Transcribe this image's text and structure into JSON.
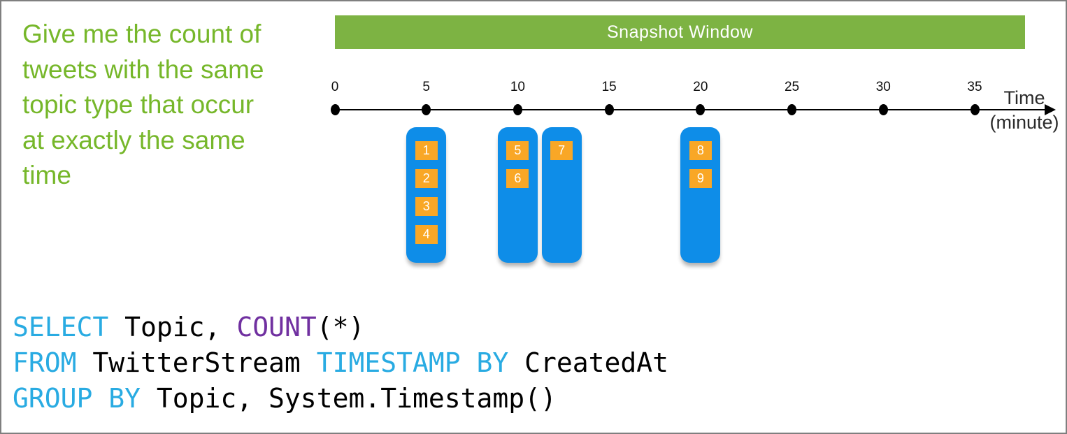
{
  "question": {
    "lines": [
      "Give me the count of",
      "tweets with the same",
      "topic type that occur",
      "at exactly the same",
      "time"
    ],
    "color": "#76B72A"
  },
  "banner": {
    "label": "Snapshot Window",
    "color": "#7DB343"
  },
  "timeline": {
    "ticks": [
      "0",
      "5",
      "10",
      "15",
      "20",
      "25",
      "30",
      "35"
    ],
    "min": 0,
    "max": 35,
    "axis_label_line1": "Time",
    "axis_label_line2": "(minute)"
  },
  "events": {
    "group_color": "#0E8DE8",
    "tweet_color": "#F9A726",
    "groups": [
      {
        "minute": 5,
        "tweets": [
          "1",
          "2",
          "3",
          "4"
        ]
      },
      {
        "minute": 10,
        "tweets": [
          "5",
          "6"
        ]
      },
      {
        "minute": 12.4,
        "tweets": [
          "7"
        ]
      },
      {
        "minute": 20,
        "tweets": [
          "8",
          "9"
        ]
      }
    ]
  },
  "sql": {
    "colors": {
      "keyword": "#29ABE2",
      "function": "#7030A0",
      "plain": "#000000"
    },
    "lines": [
      {
        "tokens": [
          {
            "text": "SELECT",
            "type": "keyword"
          },
          {
            "text": " Topic, ",
            "type": "plain"
          },
          {
            "text": "COUNT",
            "type": "function"
          },
          {
            "text": "(*)",
            "type": "plain"
          }
        ]
      },
      {
        "tokens": [
          {
            "text": "FROM",
            "type": "keyword"
          },
          {
            "text": " TwitterStream ",
            "type": "plain"
          },
          {
            "text": "TIMESTAMP BY",
            "type": "keyword"
          },
          {
            "text": " CreatedAt",
            "type": "plain"
          }
        ]
      },
      {
        "tokens": [
          {
            "text": "GROUP BY",
            "type": "keyword"
          },
          {
            "text": " Topic, System.Timestamp()",
            "type": "plain"
          }
        ]
      }
    ]
  }
}
